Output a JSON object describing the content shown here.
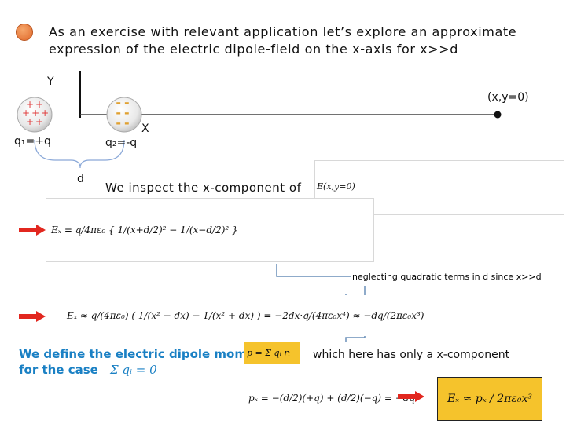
{
  "slide": {
    "title_line1": "As an exercise with relevant application let’s explore an approximate",
    "title_line2": "expression  of the electric dipole-field on the x-axis for x>>d"
  },
  "diagram": {
    "y_axis_label": "Y",
    "x_axis_label": "X",
    "point_label": "(x,y=0)",
    "q1_label": "q₁=+q",
    "q2_label": "q₂=-q",
    "d_label": "d",
    "plus_sign": "+",
    "minus_sign": "-"
  },
  "text": {
    "inspect": "We inspect the x-component of",
    "neglect": "neglecting quadratic terms in d since x>>d",
    "define_line1": "We define the electric dipole moment",
    "define_line2": "for the case",
    "which": "which here has only a x-component"
  },
  "equations": {
    "E_x_y0": "E(x,y=0)",
    "eq1": "Eₓ = q/4πε₀ { 1/(x+d/2)² − 1/(x−d/2)² }",
    "eq2": "Eₓ ≈ q/(4πε₀) ( 1/(x² − dx) − 1/(x² + dx) ) = −2dx·q/(4πε₀x⁴) ≈ −dq/(2πε₀x³)",
    "sum_q": "Σ qᵢ = 0",
    "dipole_def": "p = Σ qᵢ rᵢ",
    "px": "pₓ = −(d/2)(+q) + (d/2)(−q) = −dq",
    "result": "Eₓ ≈ pₓ / 2πε₀x³"
  },
  "colors": {
    "accent_blue": "#1a80c4",
    "arrow_red": "#e2271f",
    "result_box": "#f5c32c",
    "positive_charge": "#e04040",
    "negative_charge": "#e0a030"
  }
}
